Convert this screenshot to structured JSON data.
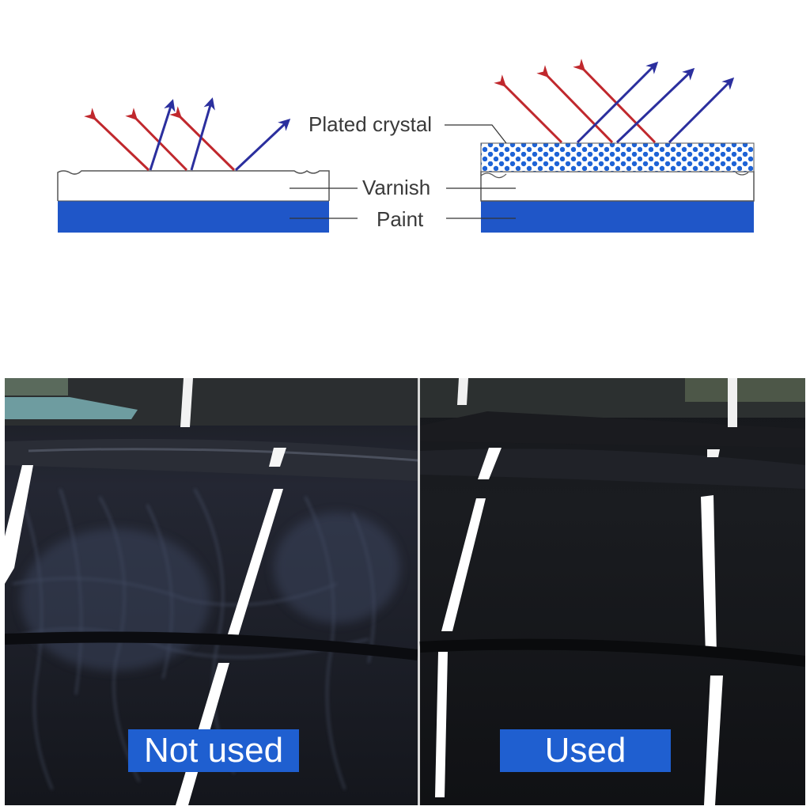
{
  "diagram": {
    "label_plated_crystal": "Plated crystal",
    "label_varnish": "Varnish",
    "label_paint": "Paint",
    "colors": {
      "paint": "#1f56c8",
      "incoming_ray": "#c0282d",
      "reflected_ray": "#2b2f9e",
      "crystal_dot": "#1e63d6"
    }
  },
  "photo": {
    "badge_left": "Not used",
    "badge_right": "Used",
    "badge_color": "#1f5fd0"
  }
}
